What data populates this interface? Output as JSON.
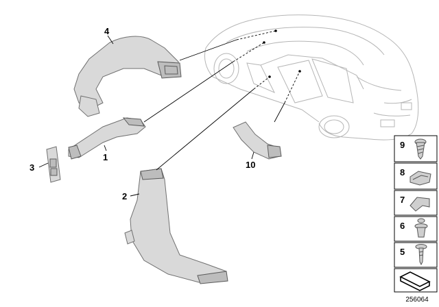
{
  "diagram": {
    "diagram_number": "256064",
    "callouts": [
      {
        "id": "p4",
        "label": "4"
      },
      {
        "id": "p1",
        "label": "1"
      },
      {
        "id": "p3",
        "label": "3"
      },
      {
        "id": "p2",
        "label": "2"
      },
      {
        "id": "p10",
        "label": "10"
      }
    ],
    "side_parts": [
      {
        "label": "9",
        "icon": "screw-icon"
      },
      {
        "label": "8",
        "icon": "clip-nut-icon"
      },
      {
        "label": "7",
        "icon": "spring-clip-icon"
      },
      {
        "label": "6",
        "icon": "expanding-rivet-icon"
      },
      {
        "label": "5",
        "icon": "push-pin-icon"
      }
    ],
    "kit_icon": "kit-symbol-icon"
  }
}
